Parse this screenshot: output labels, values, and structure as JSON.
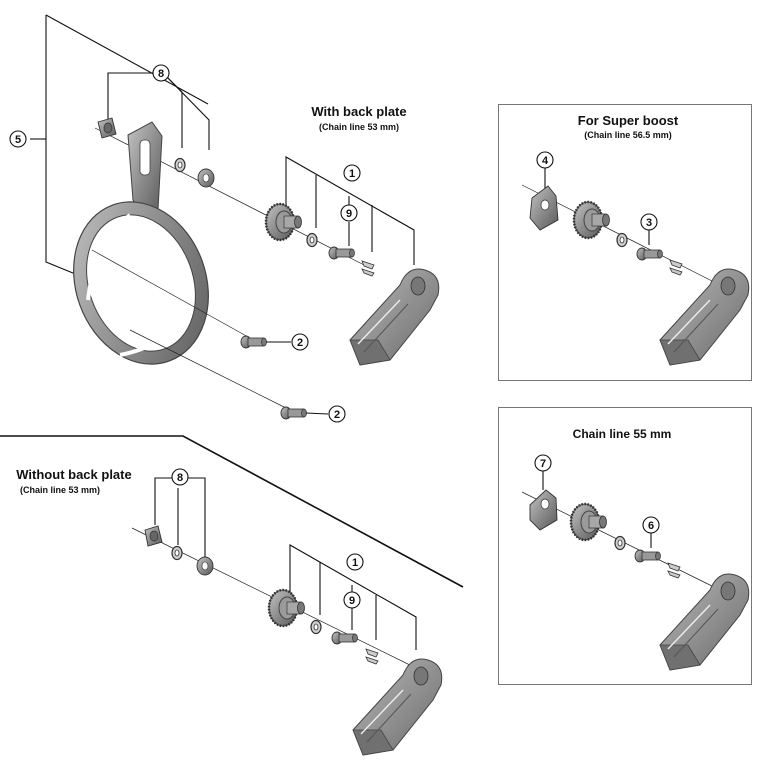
{
  "sections": {
    "with_back_plate": {
      "title": "With back plate",
      "subtitle": "(Chain line 53 mm)"
    },
    "without_back_plate": {
      "title": "Without back plate",
      "subtitle": "(Chain line 53 mm)"
    },
    "super_boost": {
      "title": "For Super boost",
      "subtitle": "(Chain line 56.5 mm)"
    },
    "chain_line_55": {
      "title": "Chain line 55 mm"
    }
  },
  "callouts": {
    "c1": "1",
    "c2": "2",
    "c3": "3",
    "c4": "4",
    "c5": "5",
    "c6": "6",
    "c7": "7",
    "c8": "8",
    "c9": "9"
  },
  "colors": {
    "part_fill": "#8a8a8a",
    "part_dark": "#5e5e5e",
    "part_light": "#b5b5b5",
    "line": "#111111",
    "border": "#777777"
  }
}
